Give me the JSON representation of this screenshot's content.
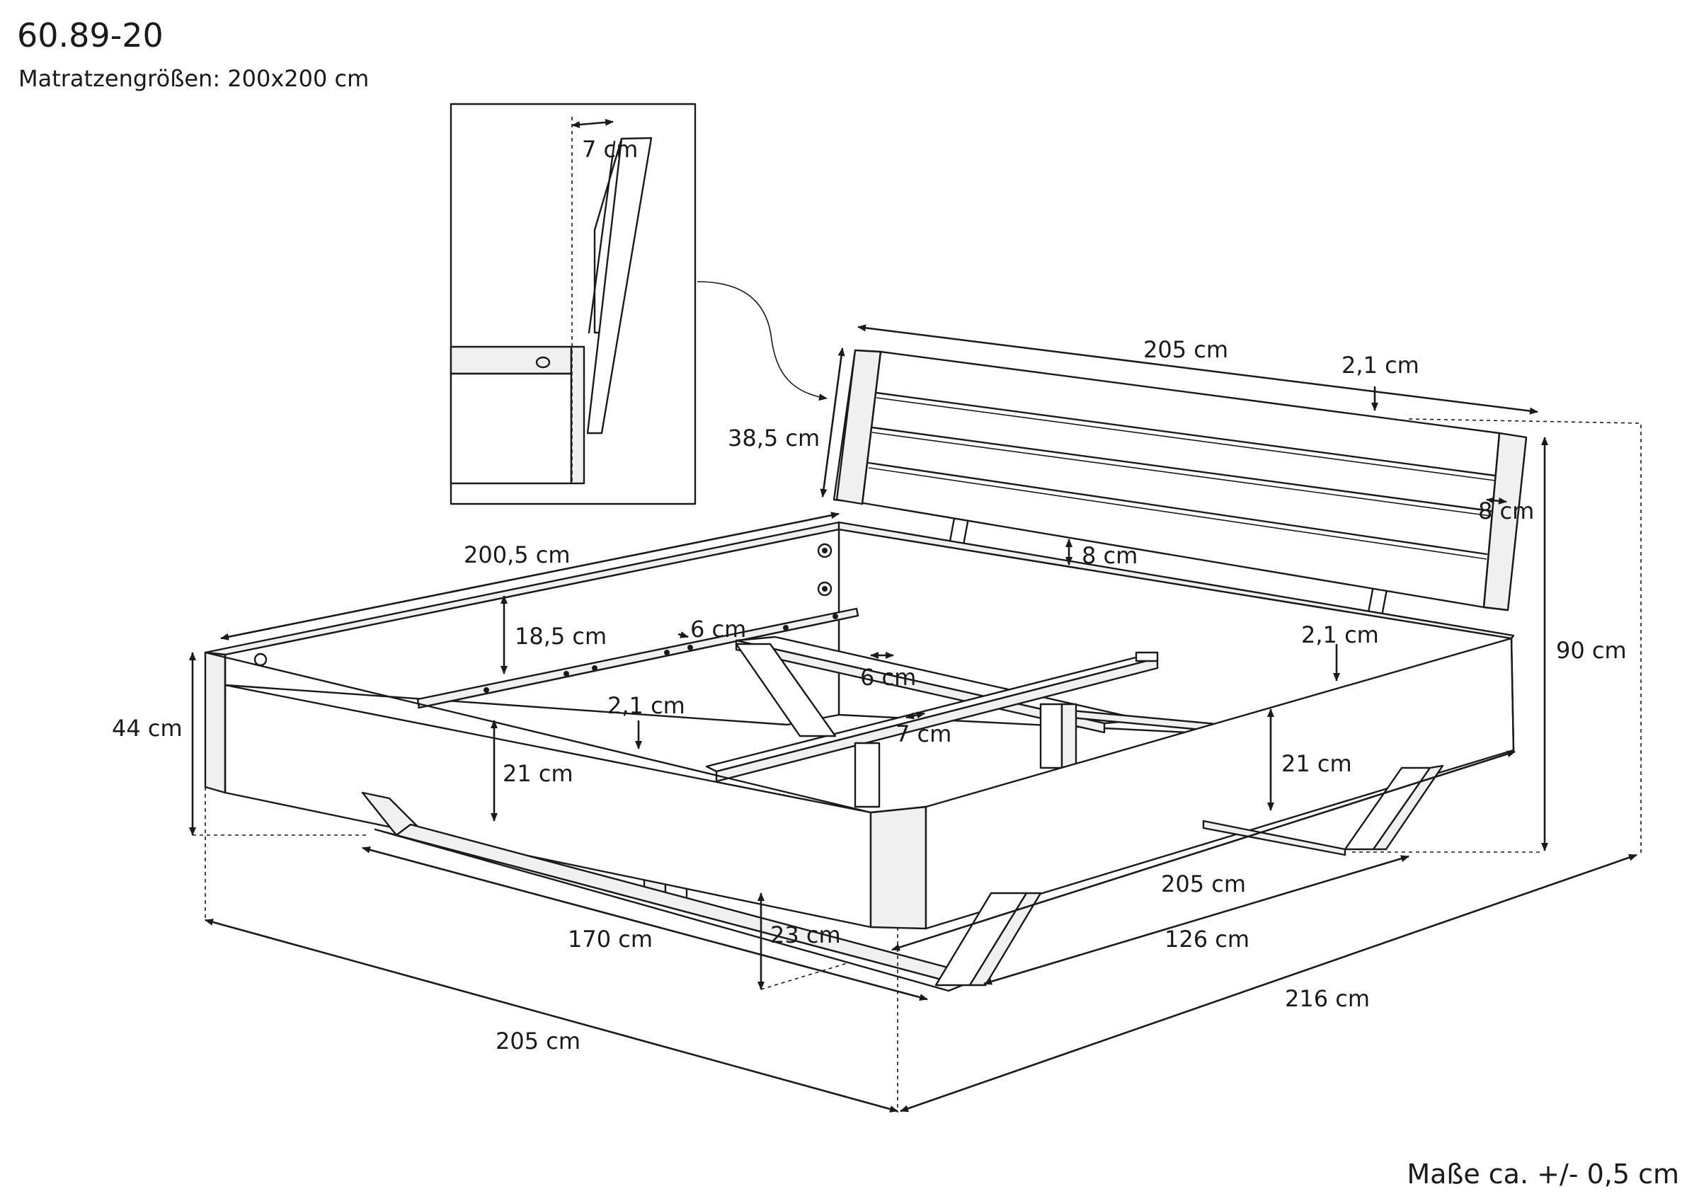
{
  "header": {
    "model": "60.89-20",
    "mattress_size": "Matratzengrößen: 200x200 cm"
  },
  "footer": {
    "tolerance": "Maße ca. +/- 0,5 cm"
  },
  "detail_inset": {
    "gap_label": "7 cm"
  },
  "dimensions": {
    "headboard_width": "205 cm",
    "headboard_thickness": "2,1 cm",
    "headboard_height": "38,5 cm",
    "headboard_post_width": "8 cm",
    "headboard_gap": "8 cm",
    "total_height": "90 cm",
    "side_length": "200,5 cm",
    "side_rail_height": "18,5 cm",
    "ledger_width": "6 cm",
    "crossbar_width": "6 cm",
    "crossbar_depth": "7 cm",
    "board_thickness_right": "2,1 cm",
    "board_thickness_front": "2,1 cm",
    "frame_height_front": "21 cm",
    "frame_height_right": "21 cm",
    "overall_height": "44 cm",
    "inner_width_foot": "205 cm",
    "leg_distance_side": "170 cm",
    "leg_height": "23 cm",
    "leg_distance_foot": "126 cm",
    "overall_length": "216 cm",
    "overall_width": "205 cm"
  }
}
